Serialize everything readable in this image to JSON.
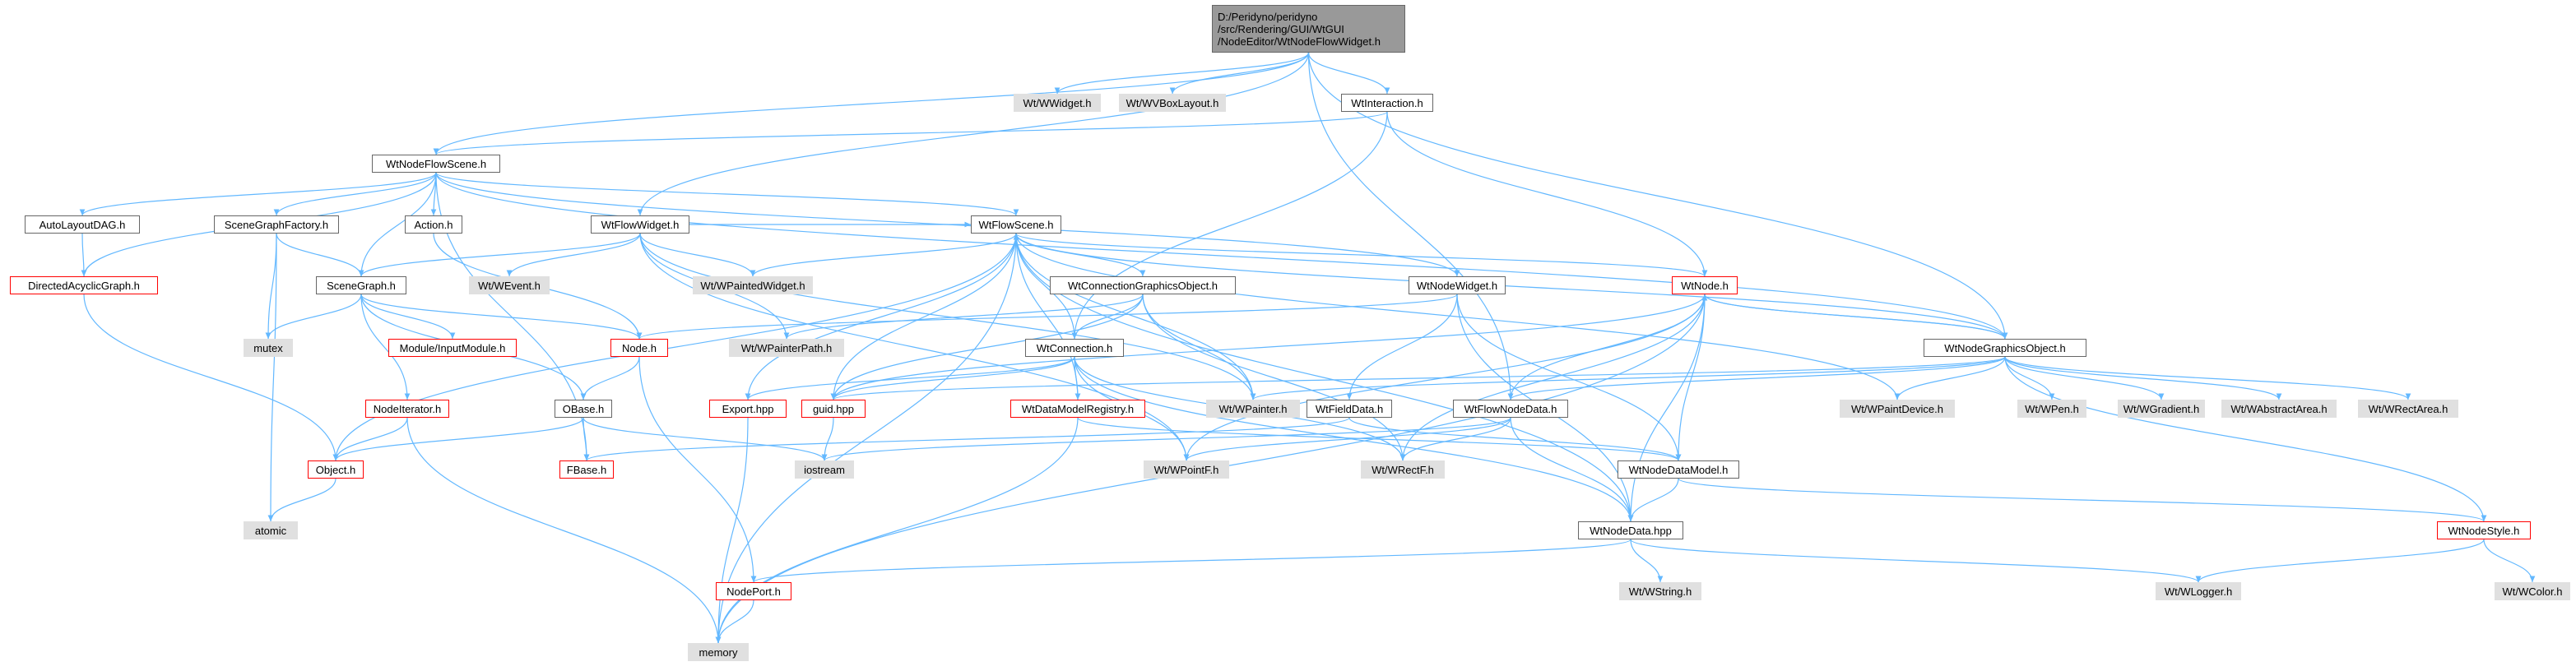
{
  "graph": {
    "root": "D:/Peridyno/peridyno/src/Rendering/GUI/WtGUI/NodeEditor/WtNodeFlowWidget.h",
    "nodes": {
      "root": {
        "label": "D:/Peridyno/peridyno /src/Rendering/GUI/WtGUI /NodeEditor/WtNodeFlowWidget.h",
        "style": "root"
      },
      "wwidget": {
        "label": "Wt/WWidget.h",
        "style": "grey"
      },
      "wvboxlayout": {
        "label": "Wt/WVBoxLayout.h",
        "style": "grey"
      },
      "wtinteraction": {
        "label": "WtInteraction.h",
        "style": "normal"
      },
      "wtnodeflowscene": {
        "label": "WtNodeFlowScene.h",
        "style": "normal"
      },
      "autolayoutdag": {
        "label": "AutoLayoutDAG.h",
        "style": "normal"
      },
      "scenegraphfactory": {
        "label": "SceneGraphFactory.h",
        "style": "normal"
      },
      "action": {
        "label": "Action.h",
        "style": "normal"
      },
      "wtflowwidget": {
        "label": "WtFlowWidget.h",
        "style": "normal"
      },
      "wtflowscene": {
        "label": "WtFlowScene.h",
        "style": "normal"
      },
      "directedacyclicgraph": {
        "label": "DirectedAcyclicGraph.h",
        "style": "red"
      },
      "scenegraph": {
        "label": "SceneGraph.h",
        "style": "normal"
      },
      "wwevent": {
        "label": "Wt/WEvent.h",
        "style": "grey"
      },
      "wpaintedwidget": {
        "label": "Wt/WPaintedWidget.h",
        "style": "grey"
      },
      "wtconnectiongraphicsobject": {
        "label": "WtConnectionGraphicsObject.h",
        "style": "normal"
      },
      "wtnodewidget": {
        "label": "WtNodeWidget.h",
        "style": "normal"
      },
      "wtnode": {
        "label": "WtNode.h",
        "style": "red"
      },
      "mutex": {
        "label": "mutex",
        "style": "grey"
      },
      "moduleinputmodule": {
        "label": "Module/InputModule.h",
        "style": "red"
      },
      "node": {
        "label": "Node.h",
        "style": "red"
      },
      "wpainterpath": {
        "label": "Wt/WPainterPath.h",
        "style": "grey"
      },
      "wtconnection": {
        "label": "WtConnection.h",
        "style": "normal"
      },
      "wtnodegraphicsobject": {
        "label": "WtNodeGraphicsObject.h",
        "style": "normal"
      },
      "nodeiterator": {
        "label": "NodeIterator.h",
        "style": "red"
      },
      "obase": {
        "label": "OBase.h",
        "style": "normal"
      },
      "exporthpp": {
        "label": "Export.hpp",
        "style": "red"
      },
      "guidhpp": {
        "label": "guid.hpp",
        "style": "red"
      },
      "wtdatamodelregistry": {
        "label": "WtDataModelRegistry.h",
        "style": "red"
      },
      "wwpainter": {
        "label": "Wt/WPainter.h",
        "style": "grey"
      },
      "wtfielddata": {
        "label": "WtFieldData.h",
        "style": "normal"
      },
      "wtflownodedata": {
        "label": "WtFlowNodeData.h",
        "style": "normal"
      },
      "wpaintdevice": {
        "label": "Wt/WPaintDevice.h",
        "style": "grey"
      },
      "wpen": {
        "label": "Wt/WPen.h",
        "style": "grey"
      },
      "wgradient": {
        "label": "Wt/WGradient.h",
        "style": "grey"
      },
      "wabstractarea": {
        "label": "Wt/WAbstractArea.h",
        "style": "grey"
      },
      "wrectarea": {
        "label": "Wt/WRectArea.h",
        "style": "grey"
      },
      "objecth": {
        "label": "Object.h",
        "style": "red"
      },
      "fbase": {
        "label": "FBase.h",
        "style": "red"
      },
      "iostream": {
        "label": "iostream",
        "style": "grey"
      },
      "wpointf": {
        "label": "Wt/WPointF.h",
        "style": "grey"
      },
      "wrectf": {
        "label": "Wt/WRectF.h",
        "style": "grey"
      },
      "wtnodedatamodel": {
        "label": "WtNodeDataModel.h",
        "style": "normal"
      },
      "wtnodestyle": {
        "label": "WtNodeStyle.h",
        "style": "red"
      },
      "atomic": {
        "label": "atomic",
        "style": "grey"
      },
      "wtnodedata": {
        "label": "WtNodeData.hpp",
        "style": "normal"
      },
      "wstring": {
        "label": "Wt/WString.h",
        "style": "grey"
      },
      "nodeport": {
        "label": "NodePort.h",
        "style": "red"
      },
      "wlogger": {
        "label": "Wt/WLogger.h",
        "style": "grey"
      },
      "wcolor": {
        "label": "Wt/WColor.h",
        "style": "grey"
      },
      "memory": {
        "label": "memory",
        "style": "grey"
      }
    },
    "edges": [
      [
        "root",
        "wwidget"
      ],
      [
        "root",
        "wvboxlayout"
      ],
      [
        "root",
        "wtinteraction"
      ],
      [
        "root",
        "wtnodeflowscene"
      ],
      [
        "root",
        "wtflowwidget"
      ],
      [
        "root",
        "wtflownodedata"
      ],
      [
        "root",
        "wtnodegraphicsobject"
      ],
      [
        "wtinteraction",
        "wtnodeflowscene"
      ],
      [
        "wtinteraction",
        "wtconnection"
      ],
      [
        "wtinteraction",
        "wtnode"
      ],
      [
        "wtnodeflowscene",
        "autolayoutdag"
      ],
      [
        "wtnodeflowscene",
        "scenegraphfactory"
      ],
      [
        "wtnodeflowscene",
        "action"
      ],
      [
        "wtnodeflowscene",
        "wtflowscene"
      ],
      [
        "wtnodeflowscene",
        "directedacyclicgraph"
      ],
      [
        "wtnodeflowscene",
        "scenegraph"
      ],
      [
        "wtnodeflowscene",
        "wtnodewidget"
      ],
      [
        "wtnodeflowscene",
        "fbase"
      ],
      [
        "wtnodeflowscene",
        "wtnodegraphicsobject"
      ],
      [
        "autolayoutdag",
        "directedacyclicgraph"
      ],
      [
        "directedacyclicgraph",
        "objecth"
      ],
      [
        "scenegraphfactory",
        "scenegraph"
      ],
      [
        "scenegraphfactory",
        "mutex"
      ],
      [
        "scenegraphfactory",
        "atomic"
      ],
      [
        "action",
        "node"
      ],
      [
        "wtflowwidget",
        "scenegraph"
      ],
      [
        "wtflowwidget",
        "wwevent"
      ],
      [
        "wtflowwidget",
        "wpaintedwidget"
      ],
      [
        "wtflowwidget",
        "wpainterpath"
      ],
      [
        "wtflowwidget",
        "wwpainter"
      ],
      [
        "wtflowwidget",
        "wpointf"
      ],
      [
        "wtflowwidget",
        "wtflowscene"
      ],
      [
        "wtflowscene",
        "wpaintedwidget"
      ],
      [
        "wtflowscene",
        "wtconnectiongraphicsobject"
      ],
      [
        "wtflowscene",
        "wtnode"
      ],
      [
        "wtflowscene",
        "wtconnection"
      ],
      [
        "wtflowscene",
        "exporthpp"
      ],
      [
        "wtflowscene",
        "guidhpp"
      ],
      [
        "wtflowscene",
        "wtdatamodelregistry"
      ],
      [
        "wtflowscene",
        "memory"
      ],
      [
        "wtflowscene",
        "objecth"
      ],
      [
        "wtflowscene",
        "wwpainter"
      ],
      [
        "wtflowscene",
        "wtnodedata"
      ],
      [
        "wtflowscene",
        "wpaintdevice"
      ],
      [
        "scenegraph",
        "mutex"
      ],
      [
        "scenegraph",
        "moduleinputmodule"
      ],
      [
        "scenegraph",
        "node"
      ],
      [
        "scenegraph",
        "nodeiterator"
      ],
      [
        "scenegraph",
        "obase"
      ],
      [
        "wtconnectiongraphicsobject",
        "wtconnection"
      ],
      [
        "wtconnectiongraphicsobject",
        "wpainterpath"
      ],
      [
        "wtconnectiongraphicsobject",
        "wwpainter"
      ],
      [
        "wtconnectiongraphicsobject",
        "wrectf"
      ],
      [
        "wtconnectiongraphicsobject",
        "guidhpp"
      ],
      [
        "wtnodewidget",
        "node"
      ],
      [
        "wtnodewidget",
        "wtfielddata"
      ],
      [
        "wtnodewidget",
        "wtnodedatamodel"
      ],
      [
        "wtnodewidget",
        "wtnodedata"
      ],
      [
        "wtnode",
        "guidhpp"
      ],
      [
        "wtnode",
        "wtflownodedata"
      ],
      [
        "wtnode",
        "wtnodedatamodel"
      ],
      [
        "wtnode",
        "wtnodedata"
      ],
      [
        "wtnode",
        "memory"
      ],
      [
        "wtnode",
        "wrectf"
      ],
      [
        "wtnode",
        "wpointf"
      ],
      [
        "wtnode",
        "wtnodegraphicsobject"
      ],
      [
        "node",
        "obase"
      ],
      [
        "node",
        "nodeport"
      ],
      [
        "wtconnection",
        "exporthpp"
      ],
      [
        "wtconnection",
        "guidhpp"
      ],
      [
        "wtconnection",
        "wtdatamodelregistry"
      ],
      [
        "wtconnection",
        "wpointf"
      ],
      [
        "wtconnection",
        "wrectf"
      ],
      [
        "wtconnection",
        "wtnodedata"
      ],
      [
        "wtnodegraphicsobject",
        "wtnode"
      ],
      [
        "wtnodegraphicsobject",
        "wwpainter"
      ],
      [
        "wtnodegraphicsobject",
        "wpaintdevice"
      ],
      [
        "wtnodegraphicsobject",
        "wpen"
      ],
      [
        "wtnodegraphicsobject",
        "wgradient"
      ],
      [
        "wtnodegraphicsobject",
        "wabstractarea"
      ],
      [
        "wtnodegraphicsobject",
        "wrectarea"
      ],
      [
        "wtnodegraphicsobject",
        "wtnodestyle"
      ],
      [
        "wtnodegraphicsobject",
        "wtflowscene"
      ],
      [
        "wtnodegraphicsobject",
        "wtflownodedata"
      ],
      [
        "wtnodegraphicsobject",
        "guidhpp"
      ],
      [
        "nodeiterator",
        "objecth"
      ],
      [
        "nodeiterator",
        "memory"
      ],
      [
        "obase",
        "objecth"
      ],
      [
        "obase",
        "fbase"
      ],
      [
        "obase",
        "iostream"
      ],
      [
        "exporthpp",
        "memory"
      ],
      [
        "guidhpp",
        "iostream"
      ],
      [
        "wtdatamodelregistry",
        "memory"
      ],
      [
        "wtdatamodelregistry",
        "wtnodedatamodel"
      ],
      [
        "wtfielddata",
        "fbase"
      ],
      [
        "wtfielddata",
        "wtnodedatamodel"
      ],
      [
        "wtflownodedata",
        "wpointf"
      ],
      [
        "wtflownodedata",
        "wrectf"
      ],
      [
        "wtflownodedata",
        "iostream"
      ],
      [
        "wtflownodedata",
        "wtnodedata"
      ],
      [
        "wtnodedatamodel",
        "wtnodedata"
      ],
      [
        "wtnodedatamodel",
        "wtnodestyle"
      ],
      [
        "wtnodestyle",
        "wcolor"
      ],
      [
        "wtnodestyle",
        "wlogger"
      ],
      [
        "objecth",
        "atomic"
      ],
      [
        "wtnodedata",
        "wstring"
      ],
      [
        "wtnodedata",
        "nodeport"
      ],
      [
        "wtnodedata",
        "wlogger"
      ],
      [
        "nodeport",
        "memory"
      ]
    ]
  },
  "colors": {
    "edge": "#63b8ff",
    "red_border": "#ff0000",
    "normal_border": "#666666",
    "grey_fill": "#e0e0e0",
    "root_fill": "#999999"
  }
}
